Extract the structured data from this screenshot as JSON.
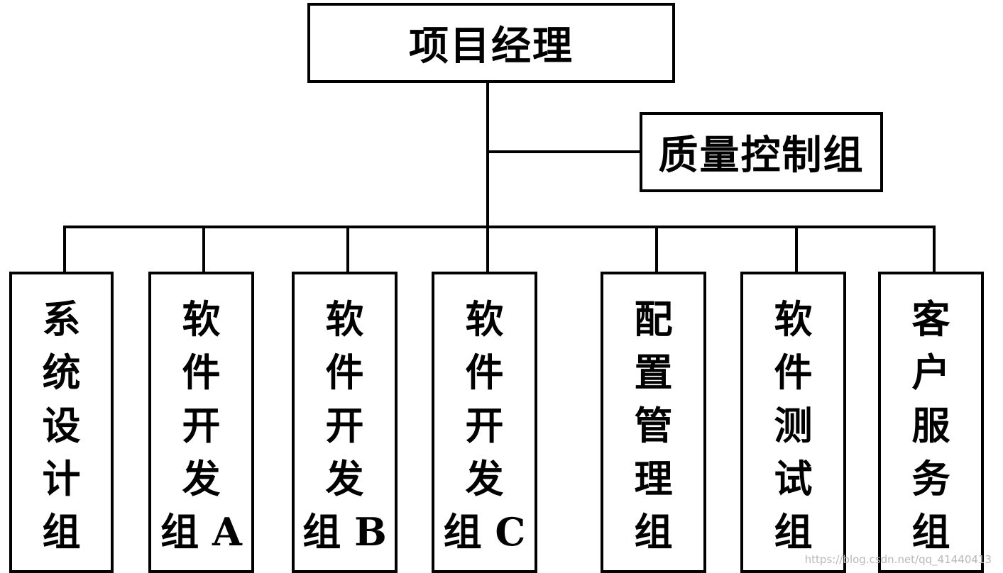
{
  "root": {
    "label": "项目经理"
  },
  "side": {
    "label": "质量控制组"
  },
  "groups": [
    {
      "id": "system-design",
      "chars": [
        "系",
        "统",
        "设",
        "计",
        "组"
      ]
    },
    {
      "id": "dev-a",
      "chars": [
        "软",
        "件",
        "开",
        "发",
        "组 A"
      ]
    },
    {
      "id": "dev-b",
      "chars": [
        "软",
        "件",
        "开",
        "发",
        "组 B"
      ]
    },
    {
      "id": "dev-c",
      "chars": [
        "软",
        "件",
        "开",
        "发",
        "组 C"
      ]
    },
    {
      "id": "config-mgmt",
      "chars": [
        "配",
        "置",
        "管",
        "理",
        "组"
      ]
    },
    {
      "id": "testing",
      "chars": [
        "软",
        "件",
        "测",
        "试",
        "组"
      ]
    },
    {
      "id": "customer-service",
      "chars": [
        "客",
        "户",
        "服",
        "务",
        "组"
      ]
    }
  ],
  "watermark": "https://blog.csdn.net/qq_41440413"
}
